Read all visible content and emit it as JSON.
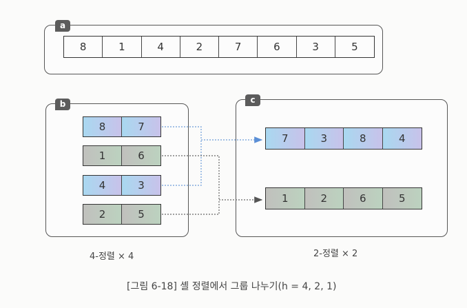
{
  "panel_a": {
    "tag": "a",
    "values": [
      "8",
      "1",
      "4",
      "2",
      "7",
      "6",
      "3",
      "5"
    ]
  },
  "panel_b": {
    "tag": "b",
    "groups": [
      {
        "values": [
          "8",
          "7"
        ],
        "color": "blue"
      },
      {
        "values": [
          "1",
          "6"
        ],
        "color": "gray"
      },
      {
        "values": [
          "4",
          "3"
        ],
        "color": "blue"
      },
      {
        "values": [
          "2",
          "5"
        ],
        "color": "gray"
      }
    ],
    "label": "4-정렬 × 4"
  },
  "panel_c": {
    "tag": "c",
    "groups": [
      {
        "values": [
          "7",
          "3",
          "8",
          "4"
        ],
        "color": "blue"
      },
      {
        "values": [
          "1",
          "2",
          "6",
          "5"
        ],
        "color": "gray"
      }
    ],
    "label": "2-정렬 × 2"
  },
  "figure_caption": "[그림 6-18] 셸 정렬에서 그룹 나누기(h = 4, 2, 1)",
  "colors": {
    "blue_start": "#a9d8f0",
    "blue_end": "#c8c2ea",
    "gray_start": "#c0c0bd",
    "gray_end": "#bcd2bf",
    "blue_arrow": "#5b8fd6",
    "gray_arrow": "#555555",
    "tag_bg": "#5c5c5c"
  }
}
